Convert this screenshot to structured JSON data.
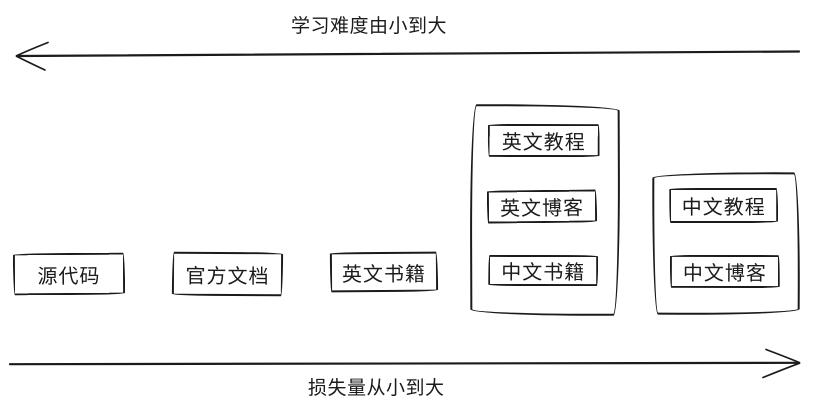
{
  "canvas": {
    "background": "#ffffff",
    "stroke_color": "#1b1b1b"
  },
  "axes": {
    "top": {
      "label": "学习难度由小到大",
      "direction": "left"
    },
    "bottom": {
      "label": "损失量从小到大",
      "direction": "right"
    }
  },
  "nodes": [
    {
      "id": "source-code",
      "label": "源代码"
    },
    {
      "id": "official-docs",
      "label": "官方文档"
    },
    {
      "id": "english-books",
      "label": "英文书籍"
    }
  ],
  "groups": [
    {
      "id": "english-group",
      "items": [
        {
          "label": "英文教程"
        },
        {
          "label": "英文博客"
        },
        {
          "label": "中文书籍"
        }
      ]
    },
    {
      "id": "chinese-group",
      "items": [
        {
          "label": "中文教程"
        },
        {
          "label": "中文博客"
        }
      ]
    }
  ]
}
